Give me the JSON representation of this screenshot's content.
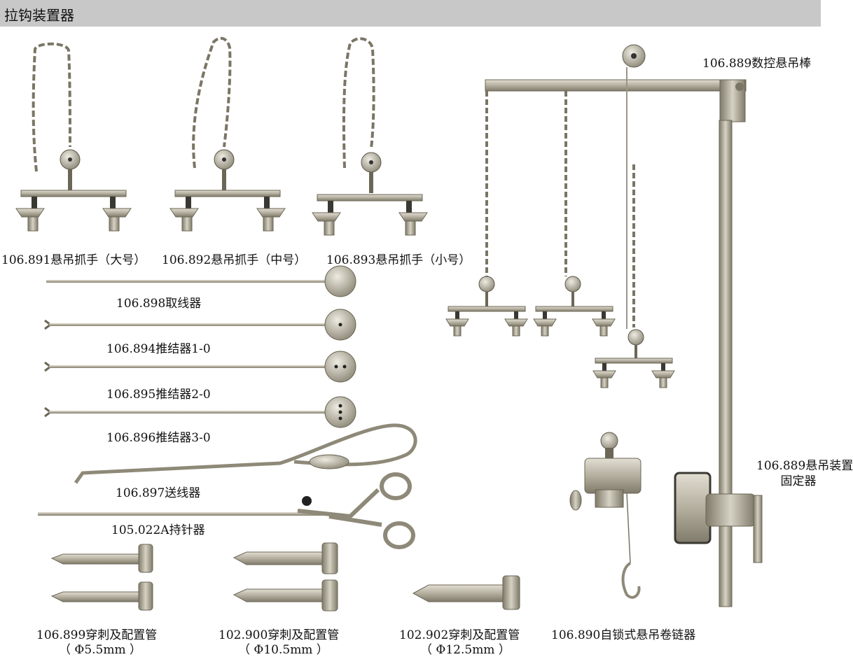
{
  "header": {
    "title": "拉钩装置器"
  },
  "captions": {
    "grip_large": "106.891悬吊抓手（大号）",
    "grip_medium": "106.892悬吊抓手（中号）",
    "grip_small": "106.893悬吊抓手（小号）",
    "wire_taker": "106.898取线器",
    "knot_pusher_1": "106.894推结器1-0",
    "knot_pusher_2": "106.895推结器2-0",
    "knot_pusher_3": "106.896推结器3-0",
    "wire_feeder": "106.897送线器",
    "needle_holder": "105.022A持针器",
    "cnc_rod": "106.889数控悬吊棒",
    "fixator_line1": "106.889悬吊装置",
    "fixator_line2": "固定器",
    "reel": "106.890自锁式悬吊卷链器",
    "trocar_55_line1": "106.899穿刺及配置管",
    "trocar_55_line2": "（ Φ5.5mm ）",
    "trocar_105_line1": "102.900穿刺及配置管",
    "trocar_105_line2": "（ Φ10.5mm ）",
    "trocar_125_line1": "102.902穿刺及配置管",
    "trocar_125_line2": "（ Φ12.5mm ）"
  },
  "colors": {
    "metal": "#b9b5a6",
    "metal_dark": "#6b6656",
    "metal_light": "#dcd8cb",
    "header_bg": "#c8c8c8"
  }
}
